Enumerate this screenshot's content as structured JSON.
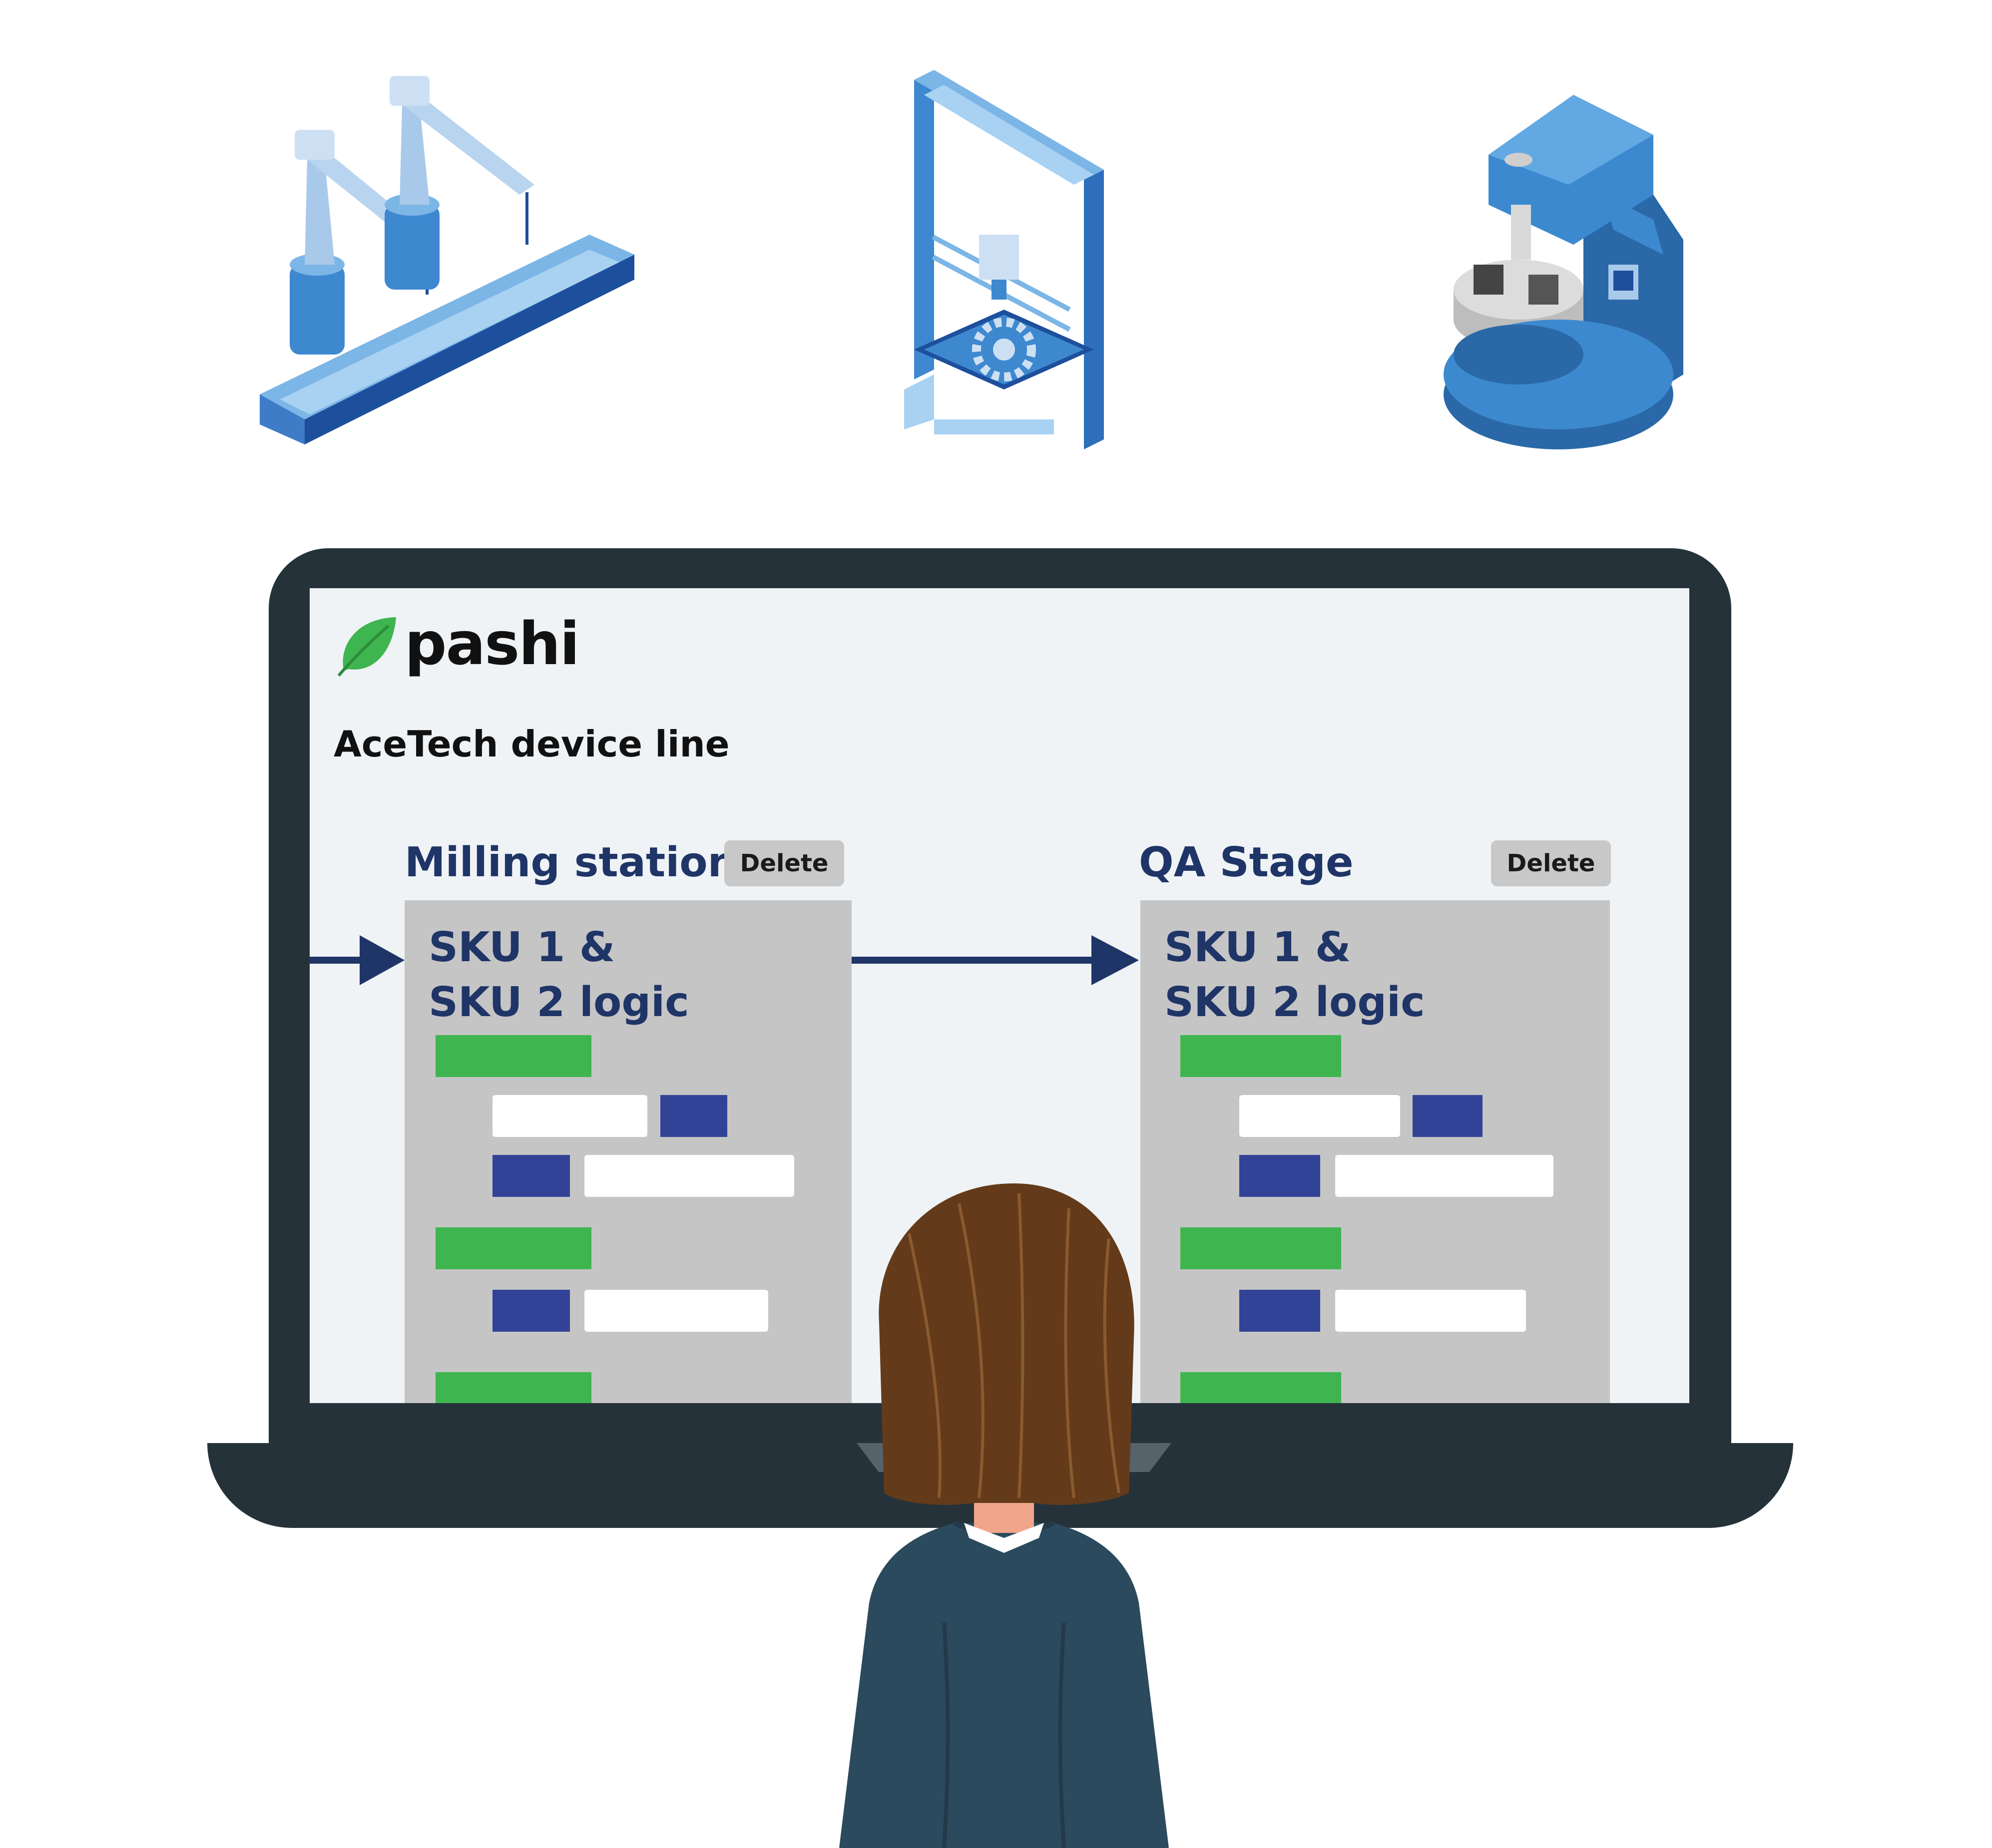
{
  "app": {
    "name": "pashi"
  },
  "page": {
    "title": "AceTech device line"
  },
  "stations": [
    {
      "name": "Milling station",
      "delete_label": "Delete",
      "logic_line1": "SKU 1  &",
      "logic_line2": "SKU 2 logic"
    },
    {
      "name": "QA Stage",
      "delete_label": "Delete",
      "logic_line1": "SKU 1  &",
      "logic_line2": "SKU 2 logic"
    }
  ],
  "icons": {
    "logo": "leaf-icon",
    "machines": [
      "robotic-arm-conveyor-icon",
      "3d-printer-icon",
      "cnc-lathe-icon"
    ],
    "person": "person-back-view"
  },
  "colors": {
    "brand_green": "#3fb550",
    "rule_blue": "#324296",
    "title_navy": "#1f3567",
    "laptop": "#25323a",
    "screen": "#eff3f6",
    "panel": "#c5c5c5"
  }
}
